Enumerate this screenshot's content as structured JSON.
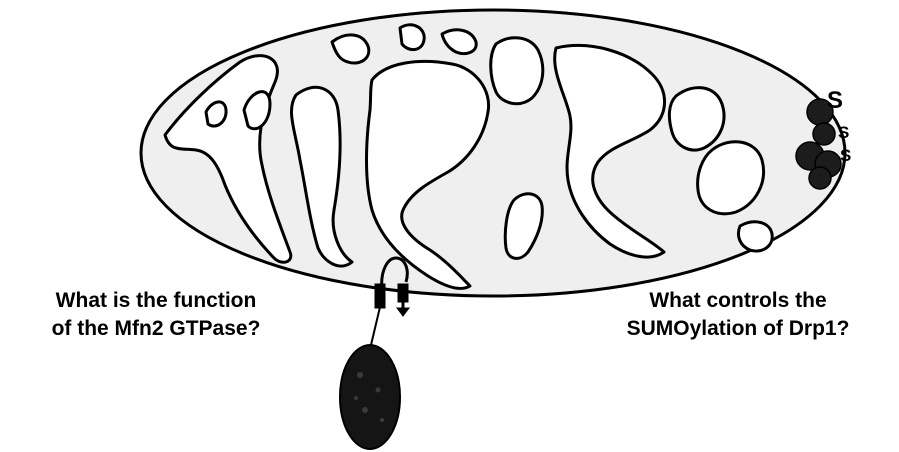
{
  "left_question": {
    "line1": "What is the function",
    "line2": "of the Mfn2 GTPase?"
  },
  "right_question": {
    "line1": "What controls the",
    "line2": "SUMOylation of Drp1?"
  },
  "sumo_labels": [
    "S",
    "S",
    "S"
  ],
  "colors": {
    "matrix_fill": "#efefef",
    "outline": "#000000",
    "drp1_fill": "#1c1c1c",
    "nucleus_fill": "#151515",
    "background": "#ffffff"
  },
  "icons": {
    "mitochondrion": "mitochondrion-diagram",
    "drp1_cluster": "drp1-sumo-cluster",
    "mfn2_anchor": "mfn2-membrane-anchor",
    "vesicle": "dark-oval-organelle"
  }
}
